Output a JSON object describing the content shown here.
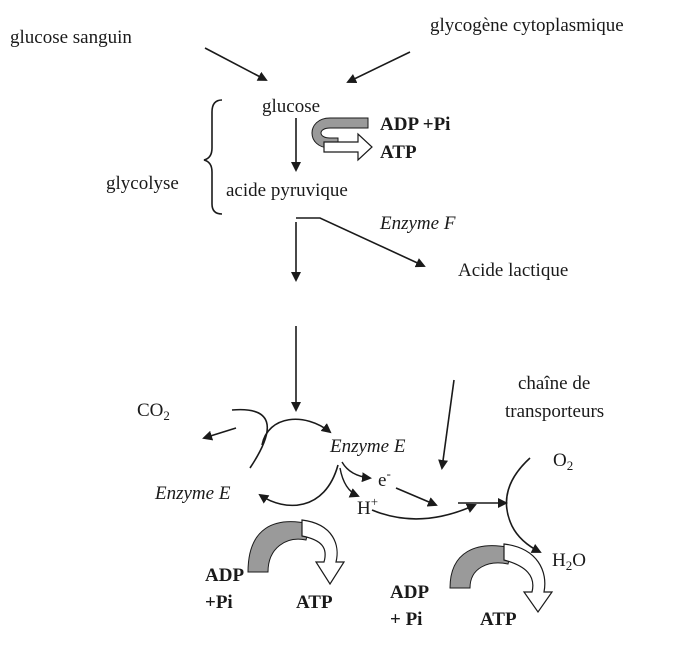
{
  "labels": {
    "glucose_sanguin": "glucose sanguin",
    "glycogene": "glycogène cytoplasmique",
    "glucose": "glucose",
    "glycolyse": "glycolyse",
    "acide_pyruvique": "acide pyruvique",
    "enzyme_f": "Enzyme F",
    "acide_lactique": "Acide lactique",
    "chaine_line1": "chaîne de",
    "chaine_line2": "transporteurs",
    "co2_base": "CO",
    "co2_sub": "2",
    "enzyme_e_top": "Enzyme E",
    "enzyme_e_left": "Enzyme E",
    "electron_base": "e",
    "electron_sup": "-",
    "proton_base": "H",
    "proton_sup": "+",
    "o2_base": "O",
    "o2_sub": "2",
    "h2o_h": "H",
    "h2o_sub": "2",
    "h2o_o": "O"
  },
  "energy": {
    "glycolysis_adp": "ADP +Pi",
    "glycolysis_atp": "ATP",
    "krebs_adp_line1": "ADP",
    "krebs_adp_line2": "+Pi",
    "krebs_atp": "ATP",
    "chain_adp_line1": "ADP",
    "chain_adp_line2": "+ Pi",
    "chain_atp": "ATP"
  },
  "colors": {
    "ink": "#1a1a1a",
    "shaded_arrow": "#9a9a9a",
    "outline_arrow": "#ffffff"
  }
}
